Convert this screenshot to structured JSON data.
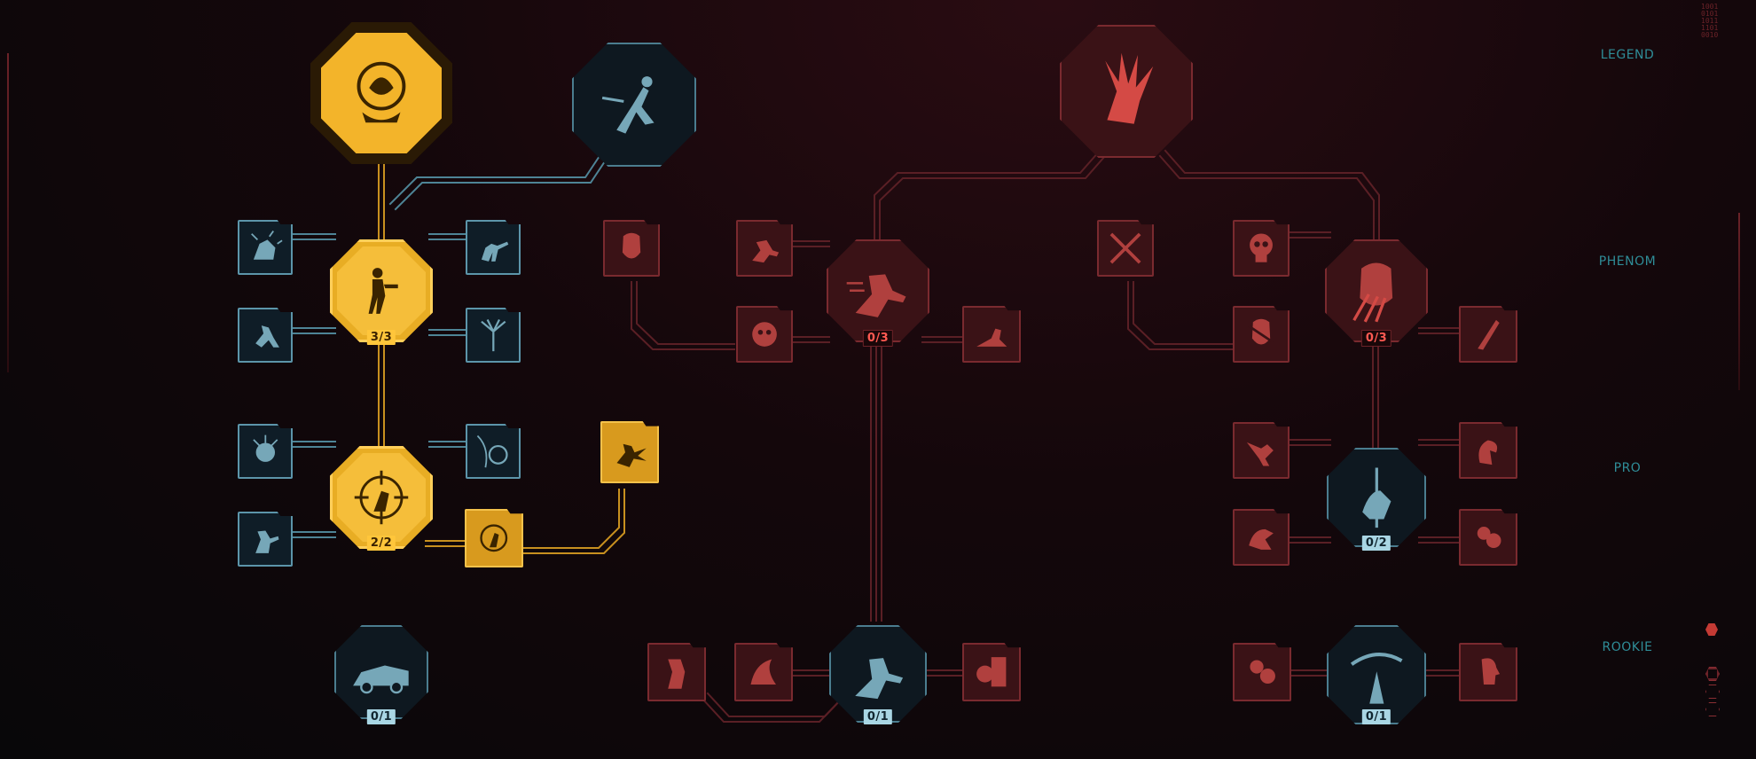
{
  "tiers": [
    "LEGEND",
    "PHENOM",
    "PRO",
    "ROOKIE"
  ],
  "levels": {
    "left_phenom": "3/3",
    "left_pro": "2/2",
    "left_rookie": "0/1",
    "mid_phenom": "0/3",
    "mid_rookie": "0/1",
    "right_phenom": "0/3",
    "right_pro": "0/2",
    "right_rookie": "0/1"
  },
  "corner_code": [
    "1001",
    "0101",
    "1011",
    "1101",
    "0010"
  ],
  "colors": {
    "gold": "#ffc53a",
    "red": "#7a2a2f",
    "blue": "#4b7d8f",
    "tier_label": "#2f8d98"
  },
  "icons": {
    "gold_legend": "helmet-icon",
    "blue_legend": "slide-shoot-icon",
    "red_legend": "hand-blades-icon"
  }
}
